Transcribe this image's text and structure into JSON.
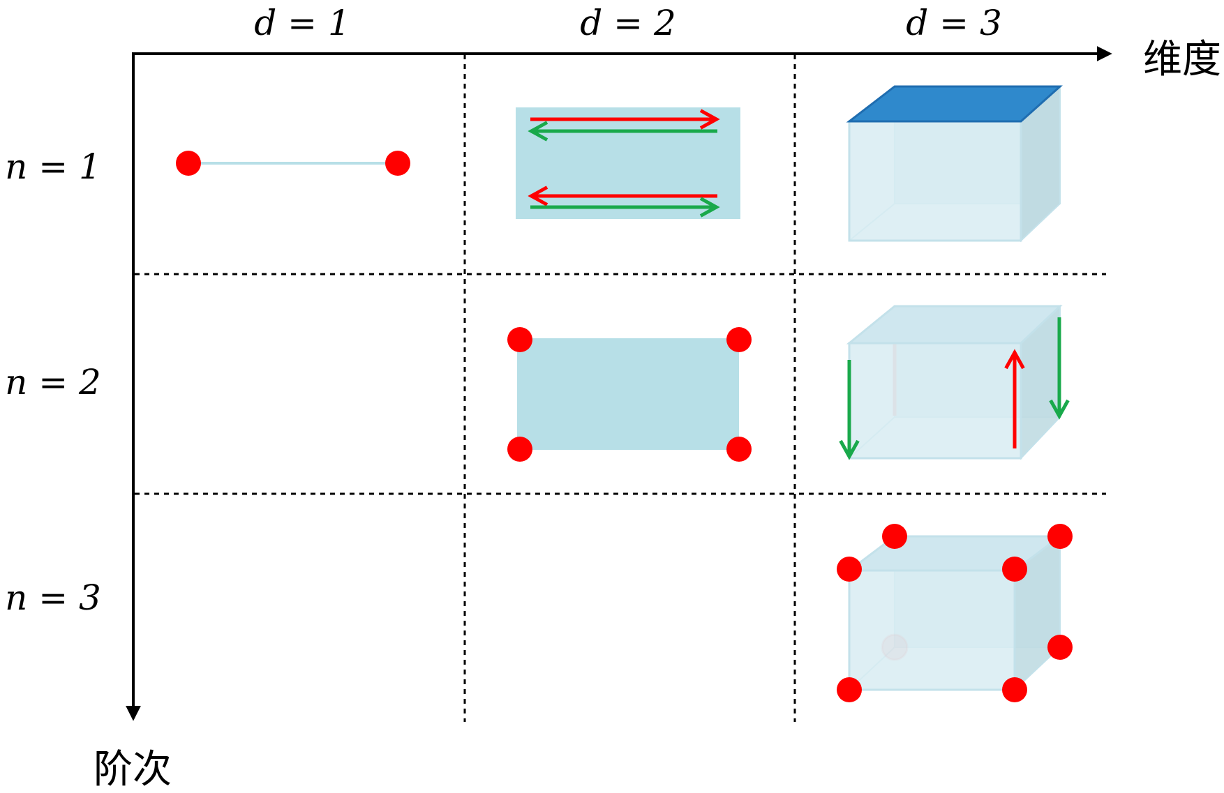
{
  "axes": {
    "x_label": "维度",
    "y_label": "阶次"
  },
  "columns": [
    {
      "label": "d = 1"
    },
    {
      "label": "d = 2"
    },
    {
      "label": "d = 3"
    }
  ],
  "rows": [
    {
      "label": "n = 1"
    },
    {
      "label": "n = 2"
    },
    {
      "label": "n = 3"
    }
  ],
  "colors": {
    "node": "#ff0000",
    "arrow_red": "#ff0000",
    "arrow_green": "#19a94b",
    "fill_light": "#b7dfe7",
    "face_top": "#2f89cc",
    "box_fill": "#d8ecf2",
    "axis": "#000000"
  }
}
